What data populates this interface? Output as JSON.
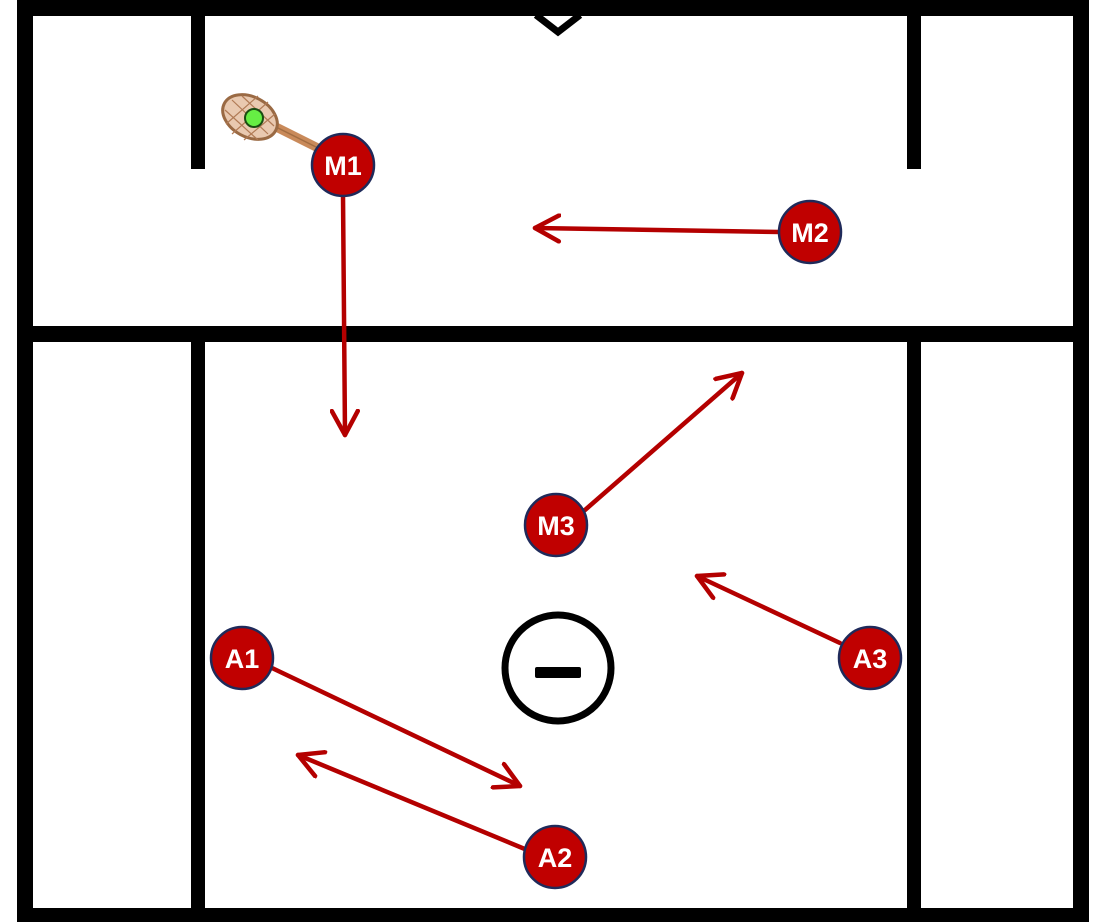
{
  "colors": {
    "player_fill": "#c00000",
    "player_stroke": "#1f2a5a",
    "arrow": "#b40000",
    "lines": "#000000",
    "ball": "#66ee44",
    "stick": "#c98a5a"
  },
  "players": {
    "m1": {
      "label": "M1"
    },
    "m2": {
      "label": "M2"
    },
    "m3": {
      "label": "M3"
    },
    "a1": {
      "label": "A1"
    },
    "a2": {
      "label": "A2"
    },
    "a3": {
      "label": "A3"
    }
  },
  "icons": {
    "goal": "goal-crease-icon",
    "stick": "lacrosse-stick-icon",
    "ball": "ball-icon"
  }
}
